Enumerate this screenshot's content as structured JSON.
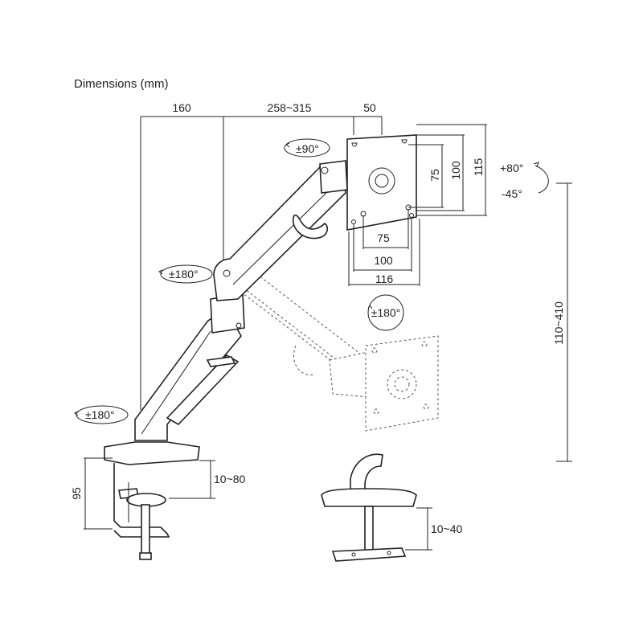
{
  "title": "Dimensions (mm)",
  "dims": {
    "base_offset": "160",
    "arm_reach": "258~315",
    "plate_offset": "50",
    "vesa_v_small": "75",
    "vesa_v_mid": "100",
    "vesa_v_large": "115",
    "vesa_h_small": "75",
    "vesa_h_mid": "100",
    "vesa_h_large": "116",
    "height_range": "110~410",
    "clamp_height": "95",
    "clamp_range": "10~80",
    "grommet_range": "10~40"
  },
  "rotations": {
    "plate": "±90°",
    "tilt_up": "+80°",
    "tilt_down": "-45°",
    "head": "±180°",
    "elbow": "±180°",
    "base": "±180°"
  }
}
